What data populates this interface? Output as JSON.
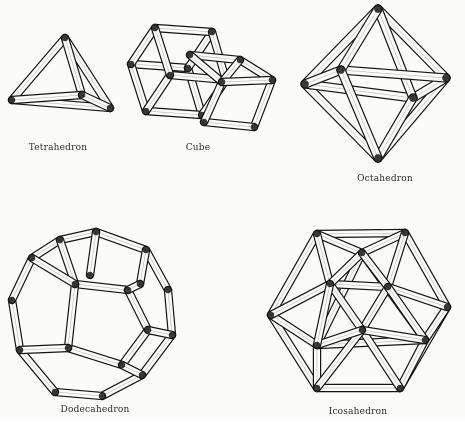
{
  "figure": {
    "ink_color": "#151515",
    "paper_color": "#fbfbf9",
    "solids": [
      {
        "id": "tetrahedron",
        "name": "Tetrahedron",
        "icon": "tetrahedron-frame"
      },
      {
        "id": "cube",
        "name": "Cube",
        "icon": "cube-frame"
      },
      {
        "id": "octahedron",
        "name": "Octahedron",
        "icon": "octahedron-frame"
      },
      {
        "id": "dodecahedron",
        "name": "Dodecahedron",
        "icon": "dodecahedron-frame"
      },
      {
        "id": "icosahedron",
        "name": "Icosahedron",
        "icon": "icosahedron-frame"
      }
    ]
  }
}
